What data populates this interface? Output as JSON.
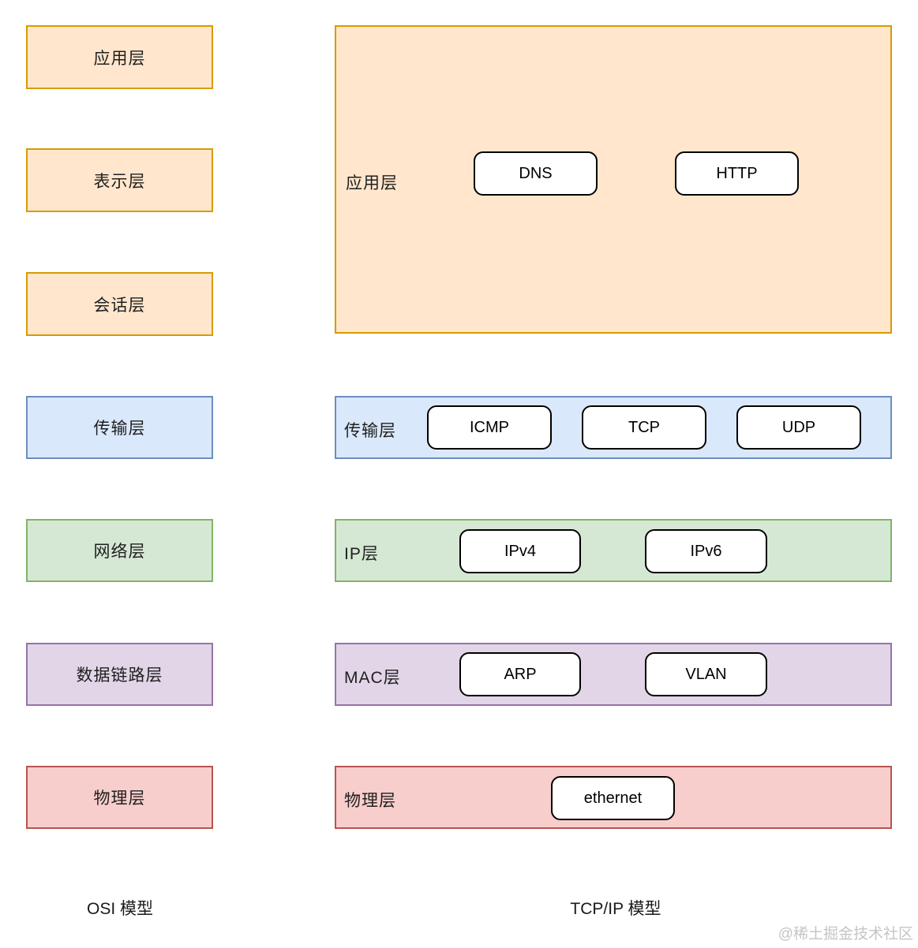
{
  "osi_model": {
    "caption": "OSI 模型",
    "layers": [
      {
        "name": "application",
        "label": "应用层"
      },
      {
        "name": "presentation",
        "label": "表示层"
      },
      {
        "name": "session",
        "label": "会话层"
      },
      {
        "name": "transport",
        "label": "传输层"
      },
      {
        "name": "network",
        "label": "网络层"
      },
      {
        "name": "datalink",
        "label": "数据链路层"
      },
      {
        "name": "physical",
        "label": "物理层"
      }
    ]
  },
  "tcpip_model": {
    "caption": "TCP/IP 模型",
    "layers": [
      {
        "name": "application",
        "label": "应用层",
        "protocols": [
          "DNS",
          "HTTP"
        ]
      },
      {
        "name": "transport",
        "label": "传输层",
        "protocols": [
          "ICMP",
          "TCP",
          "UDP"
        ]
      },
      {
        "name": "ip",
        "label": "IP层",
        "protocols": [
          "IPv4",
          "IPv6"
        ]
      },
      {
        "name": "mac",
        "label": "MAC层",
        "protocols": [
          "ARP",
          "VLAN"
        ]
      },
      {
        "name": "physical",
        "label": "物理层",
        "protocols": [
          "ethernet"
        ]
      }
    ]
  },
  "colors": {
    "application_fill": "#FFE6CC",
    "application_stroke": "#D79B00",
    "transport_fill": "#DAE8FC",
    "transport_stroke": "#6C8EBF",
    "network_fill": "#D5E8D4",
    "network_stroke": "#82B366",
    "datalink_fill": "#E1D5E7",
    "datalink_stroke": "#9673A6",
    "physical_fill": "#F8CECC",
    "physical_stroke": "#B85450",
    "protocol_fill": "#FFFFFF",
    "protocol_stroke": "#000000",
    "text": "#1f1f1f",
    "watermark": "#c5c5c5"
  },
  "watermark": "@稀土掘金技术社区"
}
